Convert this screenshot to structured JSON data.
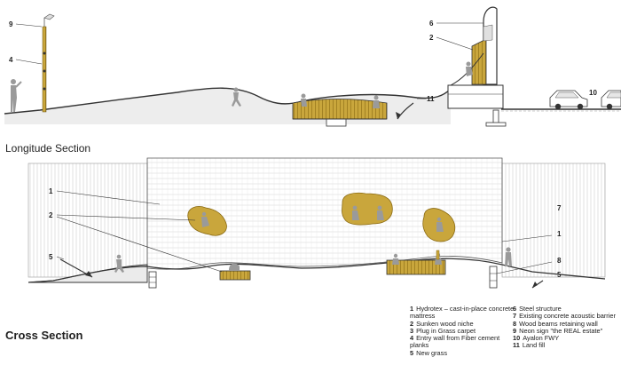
{
  "sections": {
    "longitude_title": "Longitude Section",
    "cross_title": "Cross Section"
  },
  "callouts": {
    "longitude": [
      "9",
      "4",
      "6",
      "2",
      "11",
      "10"
    ],
    "cross": [
      "1",
      "2",
      "5",
      "7",
      "1",
      "8",
      "5"
    ]
  },
  "legend": {
    "col_a": [
      {
        "num": "1",
        "text": "Hydrotex – cast-in-place concrete mattress"
      },
      {
        "num": "2",
        "text": "Sunken wood niche"
      },
      {
        "num": "3",
        "text": "Plug in Grass carpet"
      },
      {
        "num": "4",
        "text": "Entry wall from Fiber cement planks"
      },
      {
        "num": "5",
        "text": "New grass"
      }
    ],
    "col_b": [
      {
        "num": "6",
        "text": "Steel structure"
      },
      {
        "num": "7",
        "text": "Existing concrete acoustic barrier"
      },
      {
        "num": "8",
        "text": "Wood beams retaining wall"
      },
      {
        "num": "9",
        "text": "Neon sign \"the REAL estate\""
      },
      {
        "num": "10",
        "text": "Ayalon FWY"
      },
      {
        "num": "11",
        "text": "Land fill"
      }
    ]
  },
  "colors": {
    "wood": "#c9a63c",
    "wood_dark": "#8a6a12",
    "hydrotex": "#efefef",
    "line": "#333333",
    "figure": "#9a9a9a"
  }
}
